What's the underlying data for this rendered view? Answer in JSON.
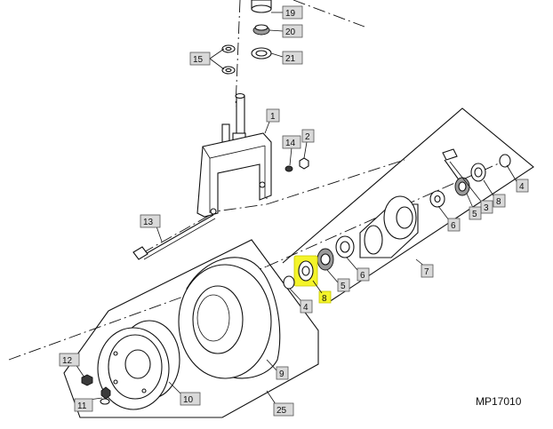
{
  "diagram": {
    "reference_code": "MP17010",
    "callouts": {
      "c1": "1",
      "c2": "2",
      "c3": "3",
      "c4a": "4",
      "c4b": "4",
      "c5a": "5",
      "c5b": "5",
      "c6a": "6",
      "c6b": "6",
      "c7": "7",
      "c8a": "8",
      "c8b": "8",
      "c9": "9",
      "c10": "10",
      "c11": "11",
      "c12": "12",
      "c13": "13",
      "c14": "14",
      "c15": "15",
      "c19": "19",
      "c20": "20",
      "c21": "21",
      "c25": "25"
    },
    "highlight_color": "#f4f42a"
  }
}
